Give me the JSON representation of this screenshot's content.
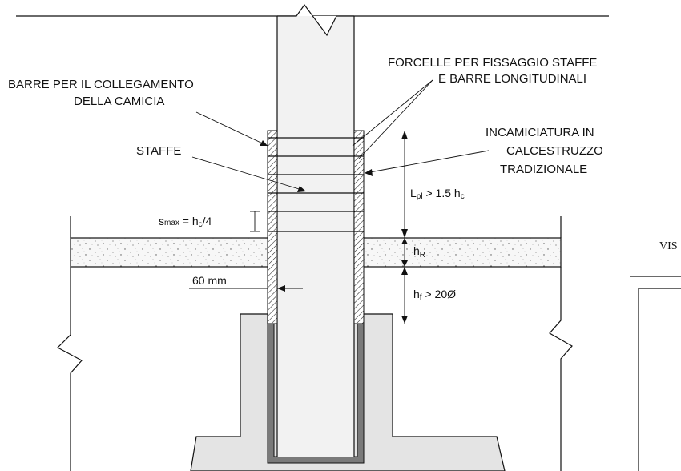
{
  "labels": {
    "forcelle_line1": "FORCELLE PER FISSAGGIO STAFFE",
    "forcelle_line2": "E BARRE LONGITUDINALI",
    "barre_line1": "BARRE PER IL COLLEGAMENTO",
    "barre_line2": "DELLA CAMICIA",
    "incamiciatura_line1": "INCAMICIATURA IN",
    "incamiciatura_line2": "CALCESTRUZZO",
    "incamiciatura_line3": "TRADIZIONALE",
    "staffe": "STAFFE",
    "smax_main": "s",
    "smax_sub": "max",
    "smax_eq": " = h",
    "smax_sub2": "c",
    "smax_tail": "/4",
    "lpl_main": "L",
    "lpl_sub": "pl",
    "lpl_mid": " > 1.5 h",
    "lpl_sub2": "c",
    "hr_main": "h",
    "hr_sub": "R",
    "hf_main": "h",
    "hf_sub": "f",
    "hf_tail": " > 20Ø",
    "mm60": "60 mm",
    "vista_partial": "VIS"
  },
  "colors": {
    "line": "#111111",
    "footing_fill": "#e4e4e4",
    "column_fill": "#f2f2f2",
    "slab_fill": "#f4f4f4",
    "jacket_fill": "#7a7a7a"
  }
}
